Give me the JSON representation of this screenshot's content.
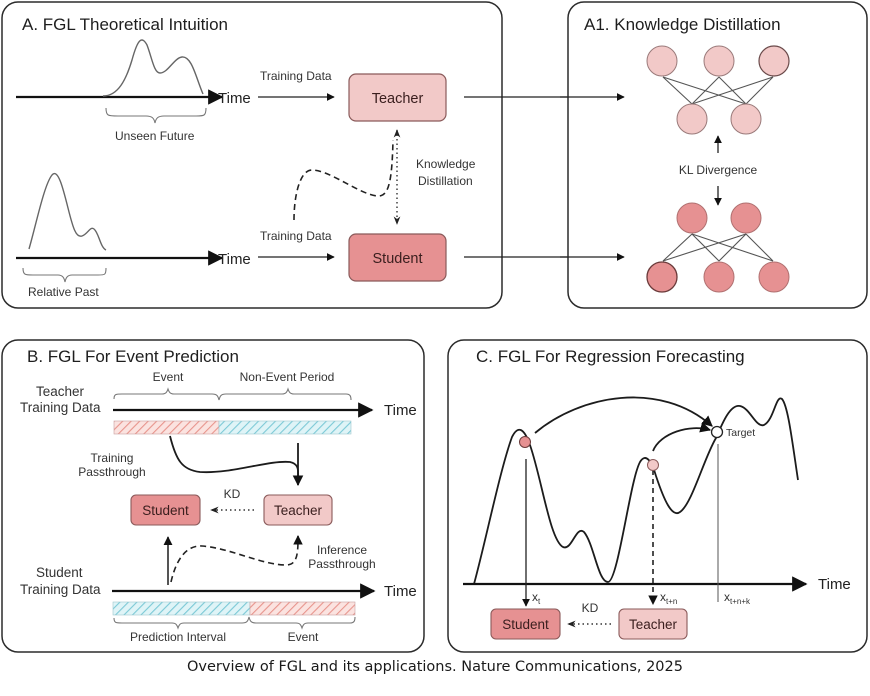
{
  "colors": {
    "teacher_fill": "#f2c9c8",
    "student_fill": "#e69192",
    "event_hatch": "#f0a9a3",
    "non_event_hatch": "#8fd3de",
    "box_stroke": "#8a5a5a"
  },
  "panel_a": {
    "title": "A. FGL Theoretical Intuition",
    "top_time": "Time",
    "bottom_time": "Time",
    "unseen_future": "Unseen Future",
    "relative_past": "Relative Past",
    "training_data_top": "Training Data",
    "training_data_bottom": "Training Data",
    "teacher": "Teacher",
    "student": "Student",
    "kd_line1": "Knowledge",
    "kd_line2": "Distillation"
  },
  "panel_a1": {
    "title": "A1. Knowledge Distillation",
    "kl": "KL Divergence"
  },
  "panel_b": {
    "title": "B. FGL For Event Prediction",
    "teacher_data_line1": "Teacher",
    "teacher_data_line2": "Training Data",
    "student_data_line1": "Student",
    "student_data_line2": "Training Data",
    "event_top": "Event",
    "non_event": "Non-Event Period",
    "time_top": "Time",
    "time_bottom": "Time",
    "training_pass_line1": "Training",
    "training_pass_line2": "Passthrough",
    "inference_pass_line1": "Inference",
    "inference_pass_line2": "Passthrough",
    "kd": "KD",
    "student": "Student",
    "teacher": "Teacher",
    "prediction_interval": "Prediction Interval",
    "event_bottom": "Event"
  },
  "panel_c": {
    "title": "C. FGL For Regression Forecasting",
    "time": "Time",
    "target": "Target",
    "x_t": "x",
    "x_t_sub": "t",
    "x_tn": "x",
    "x_tn_sub": "t+n",
    "x_tnk": "x",
    "x_tnk_sub": "t+n+k",
    "kd": "KD",
    "student": "Student",
    "teacher": "Teacher"
  },
  "caption": "Overview of FGL and its applications. Nature Communications, 2025"
}
